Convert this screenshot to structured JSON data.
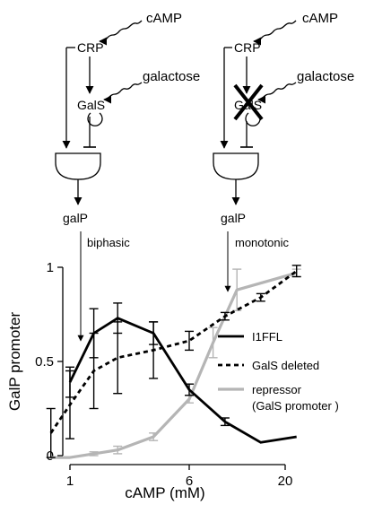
{
  "diagram": {
    "left_circuit": {
      "cAMP": "cAMP",
      "crp": "CRP",
      "galactose": "galactose",
      "gals": "GalS",
      "galp": "galP",
      "annotation": "biphasic"
    },
    "right_circuit": {
      "cAMP": "cAMP",
      "crp": "CRP",
      "galactose": "galactose",
      "gals": "GalS",
      "galp": "galP",
      "annotation": "monotonic"
    }
  },
  "chart_data": {
    "type": "line",
    "ylabel": "GalP promoter",
    "xlabel": "cAMP (mM)",
    "x_ticks": [
      "1",
      "6",
      "20"
    ],
    "y_ticks": [
      "0",
      "0.5",
      "1"
    ],
    "ylim": [
      0,
      1
    ],
    "series": [
      {
        "name": "I1FFL",
        "color": "#000000",
        "style": "solid",
        "x": [
          1,
          2,
          3,
          4.5,
          6,
          7.5,
          9,
          10.5
        ],
        "y": [
          0.39,
          0.65,
          0.73,
          0.65,
          0.35,
          0.18,
          0.07,
          0.1
        ],
        "err": [
          0.08,
          0.13,
          0.08,
          0.06,
          0.03,
          0.02,
          0,
          0
        ]
      },
      {
        "name": "GalS deleted",
        "color": "#000000",
        "style": "dashed",
        "x": [
          0.2,
          1,
          2,
          3,
          4.5,
          6,
          7.5,
          9,
          10.5
        ],
        "y": [
          0.12,
          0.27,
          0.45,
          0.52,
          0.56,
          0.61,
          0.74,
          0.84,
          0.98
        ],
        "err": [
          0.13,
          0.18,
          0.2,
          0.19,
          0.15,
          0.05,
          0.02,
          0.02,
          0.03
        ]
      },
      {
        "name": "repressor\n(GalS promoter )",
        "color": "#b5b5b5",
        "style": "solid",
        "x": [
          0.2,
          1,
          2,
          3,
          4.5,
          6,
          7,
          8,
          10.5
        ],
        "y": [
          -0.01,
          -0.01,
          0.01,
          0.03,
          0.1,
          0.3,
          0.6,
          0.88,
          0.97
        ],
        "err": [
          0,
          0,
          0.01,
          0.02,
          0.02,
          0.02,
          0.08,
          0.11,
          0.02
        ]
      }
    ],
    "legend": [
      "I1FFL",
      "GalS deleted",
      "repressor",
      "(GalS promoter )"
    ]
  }
}
